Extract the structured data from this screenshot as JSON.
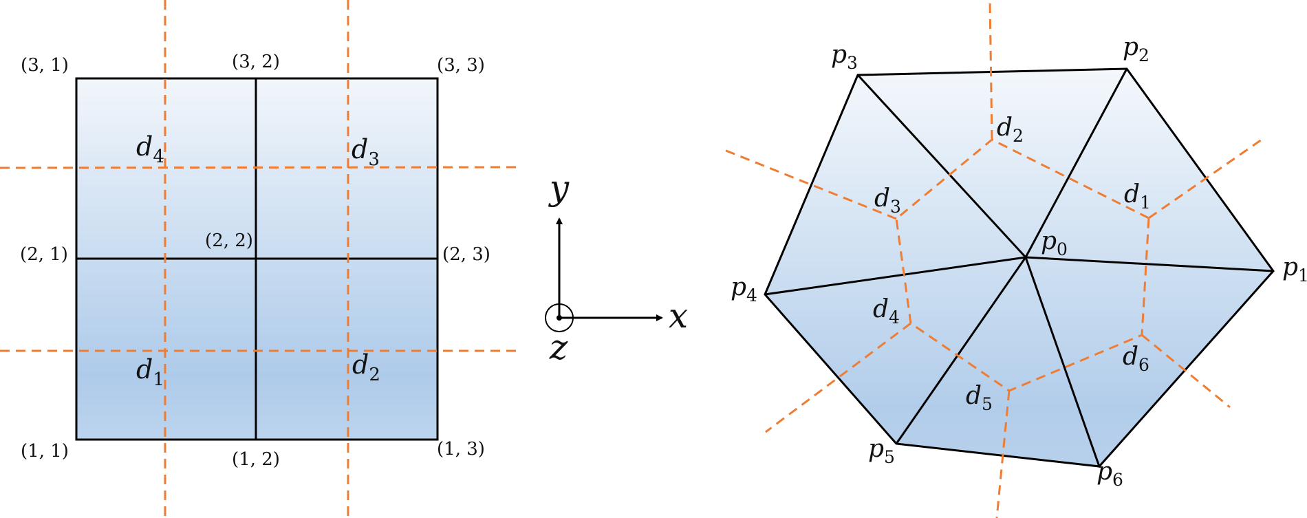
{
  "accent": {
    "cell_fill_light": "#f2f6fb",
    "cell_fill_dark": "#aecbea",
    "dual_line": "#ee7d33",
    "edge": "#000000"
  },
  "grid_panel": {
    "node_labels": {
      "top_left": "(3, 1)",
      "top_middle": "(3, 2)",
      "top_right": "(3, 3)",
      "middle_left": "(2, 1)",
      "center": "(2, 2)",
      "middle_right": "(2, 3)",
      "bottom_left": "(1, 1)",
      "bottom_middle": "(1, 2)",
      "bottom_right": "(1, 3)"
    },
    "direction_labels": [
      {
        "base": "d",
        "sub": "4"
      },
      {
        "base": "d",
        "sub": "3"
      },
      {
        "base": "d",
        "sub": "1"
      },
      {
        "base": "d",
        "sub": "2"
      }
    ]
  },
  "axes": {
    "y_label": "y",
    "x_label": "x",
    "z_label": "z"
  },
  "hex_panel": {
    "point_labels": [
      {
        "base": "p",
        "sub": "0"
      },
      {
        "base": "p",
        "sub": "1"
      },
      {
        "base": "p",
        "sub": "2"
      },
      {
        "base": "p",
        "sub": "3"
      },
      {
        "base": "p",
        "sub": "4"
      },
      {
        "base": "p",
        "sub": "5"
      },
      {
        "base": "p",
        "sub": "6"
      }
    ],
    "direction_labels": [
      {
        "base": "d",
        "sub": "1"
      },
      {
        "base": "d",
        "sub": "2"
      },
      {
        "base": "d",
        "sub": "3"
      },
      {
        "base": "d",
        "sub": "4"
      },
      {
        "base": "d",
        "sub": "5"
      },
      {
        "base": "d",
        "sub": "6"
      }
    ]
  }
}
